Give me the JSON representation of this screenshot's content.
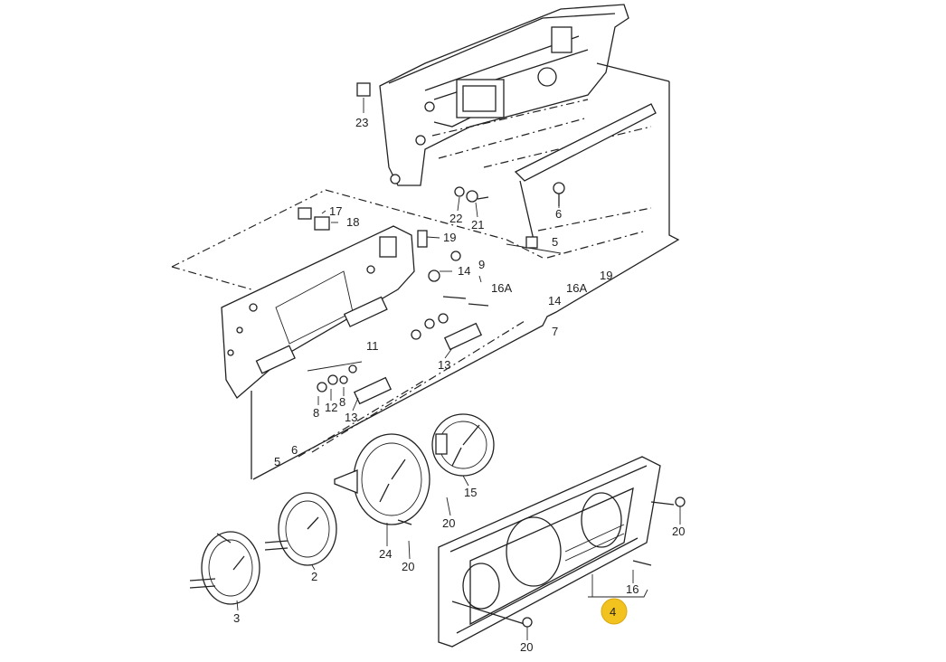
{
  "diagram": {
    "callouts": [
      {
        "id": "c23",
        "text": "23"
      },
      {
        "id": "c22",
        "text": "22"
      },
      {
        "id": "c21",
        "text": "21"
      },
      {
        "id": "c6a",
        "text": "6"
      },
      {
        "id": "c5a",
        "text": "5"
      },
      {
        "id": "c17",
        "text": "17"
      },
      {
        "id": "c18",
        "text": "18"
      },
      {
        "id": "c19a",
        "text": "19"
      },
      {
        "id": "c14a",
        "text": "14"
      },
      {
        "id": "c9",
        "text": "9"
      },
      {
        "id": "c16Aa",
        "text": "16A"
      },
      {
        "id": "c19b",
        "text": "19"
      },
      {
        "id": "c16Ab",
        "text": "16A"
      },
      {
        "id": "c14b",
        "text": "14"
      },
      {
        "id": "c7",
        "text": "7"
      },
      {
        "id": "c11",
        "text": "11"
      },
      {
        "id": "c13a",
        "text": "13"
      },
      {
        "id": "c8a",
        "text": "8"
      },
      {
        "id": "c12",
        "text": "12"
      },
      {
        "id": "c8b",
        "text": "8"
      },
      {
        "id": "c13b",
        "text": "13"
      },
      {
        "id": "c5b",
        "text": "5"
      },
      {
        "id": "c6b",
        "text": "6"
      },
      {
        "id": "c15",
        "text": "15"
      },
      {
        "id": "c20a",
        "text": "20"
      },
      {
        "id": "c24",
        "text": "24"
      },
      {
        "id": "c20b",
        "text": "20"
      },
      {
        "id": "c2",
        "text": "2"
      },
      {
        "id": "c3",
        "text": "3"
      },
      {
        "id": "c20c",
        "text": "20"
      },
      {
        "id": "c16",
        "text": "16"
      },
      {
        "id": "c4",
        "text": "4"
      },
      {
        "id": "c20d",
        "text": "20"
      }
    ],
    "highlighted_callout": "4",
    "highlight_color": "#f2c21f"
  }
}
